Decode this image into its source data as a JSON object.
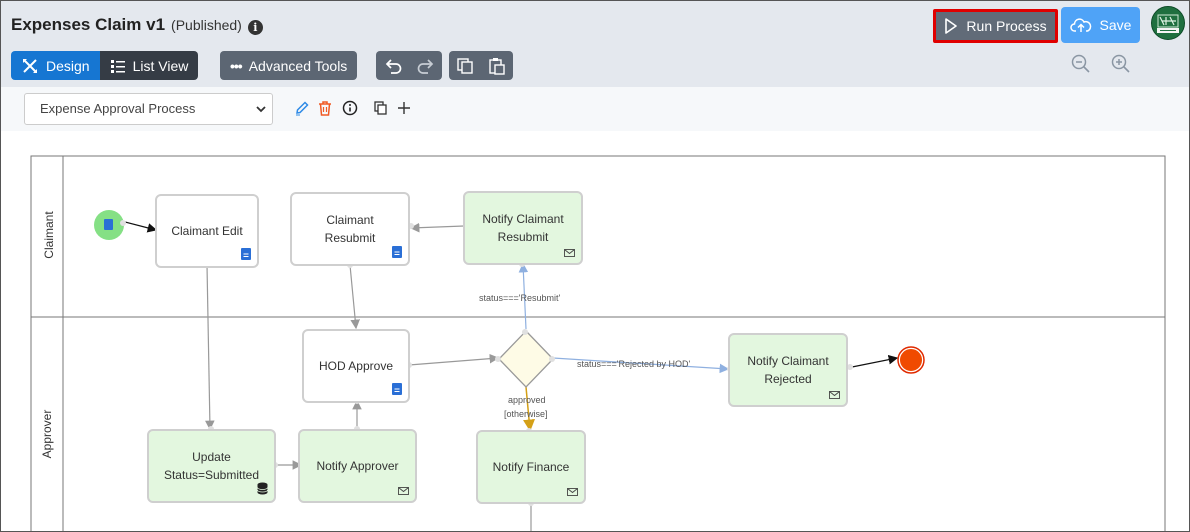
{
  "header": {
    "title": "Expenses Claim v1",
    "status": "(Published)",
    "info_icon": "i",
    "run_label": "Run Process",
    "save_label": "Save",
    "brand_colors": {
      "run_border": "#e00000",
      "save_bg": "#4fa3f7",
      "design_bg": "#1676d2",
      "toolbar_bg": "#5c6673"
    }
  },
  "toolbar": {
    "design_label": "Design",
    "list_label": "List View",
    "advanced_label": "Advanced Tools",
    "icons": [
      "undo-icon",
      "redo-icon",
      "copy-icon",
      "paste-icon",
      "zoom-out-icon",
      "zoom-in-icon"
    ]
  },
  "process": {
    "selected": "Expense Approval Process",
    "icons": [
      "edit-icon",
      "trash-icon",
      "info-icon",
      "duplicate-icon",
      "add-icon"
    ]
  },
  "diagram": {
    "lanes": [
      "Claimant",
      "Approver"
    ],
    "nodes": {
      "claimant_edit": "Claimant Edit",
      "claimant_resubmit": "Claimant Resubmit",
      "notify_claimant_resubmit": "Notify Claimant Resubmit",
      "hod_approve": "HOD Approve",
      "notify_claimant_rejected": "Notify Claimant Rejected",
      "update_status": "Update Status=Submitted",
      "notify_approver": "Notify Approver",
      "notify_finance": "Notify Finance"
    },
    "edges": {
      "resubmit": "status==='Resubmit'",
      "rejected": "status==='Rejected by HOD'",
      "approved_line1": "approved",
      "approved_line2": "[otherwise]"
    }
  }
}
